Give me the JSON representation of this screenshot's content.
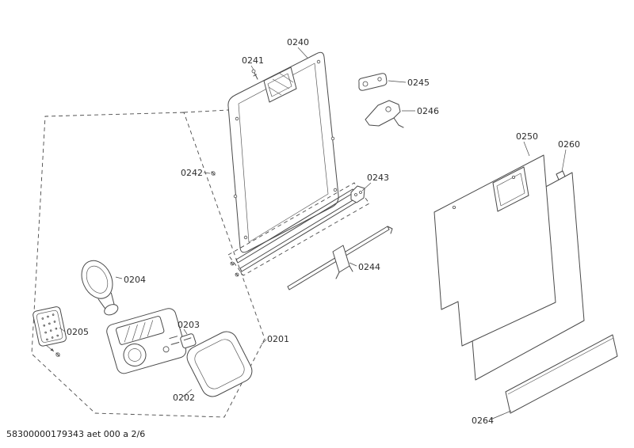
{
  "footer": "58300000179343 aet 000 a 2/6",
  "labels": {
    "p0201": "0201",
    "p0202": "0202",
    "p0203": "0203",
    "p0204": "0204",
    "p0205": "0205",
    "p0240": "0240",
    "p0241": "0241",
    "p0242": "0242",
    "p0243": "0243",
    "p0244": "0244",
    "p0245": "0245",
    "p0246": "0246",
    "p0250": "0250",
    "p0260": "0260",
    "p0264": "0264"
  }
}
